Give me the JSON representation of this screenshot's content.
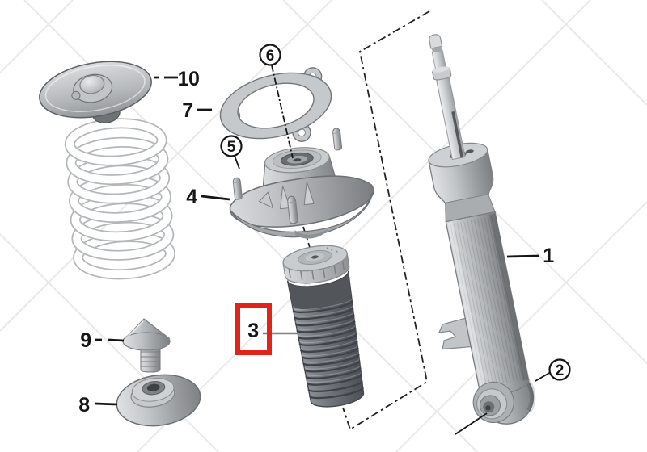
{
  "diagram": {
    "type": "exploded-parts-diagram",
    "subject": "rear shock absorber and spring assembly"
  },
  "callouts": {
    "c1": {
      "label": "1",
      "style": "plain"
    },
    "c2": {
      "label": "2",
      "style": "circled"
    },
    "c3": {
      "label": "3",
      "style": "selected"
    },
    "c4": {
      "label": "4",
      "style": "plain"
    },
    "c5": {
      "label": "5",
      "style": "circled"
    },
    "c6": {
      "label": "6",
      "style": "circled"
    },
    "c7": {
      "label": "7",
      "style": "plain"
    },
    "c8": {
      "label": "8",
      "style": "plain"
    },
    "c9": {
      "label": "9",
      "style": "plain"
    },
    "c10": {
      "label": "10",
      "style": "plain"
    }
  },
  "selection": {
    "selected_callout": "3",
    "highlight_color": "#e2231a"
  },
  "colors": {
    "background": "#ffffff",
    "line": "#161616",
    "leader_gray": "#7d8083",
    "watermark": "#e9e9e9"
  }
}
